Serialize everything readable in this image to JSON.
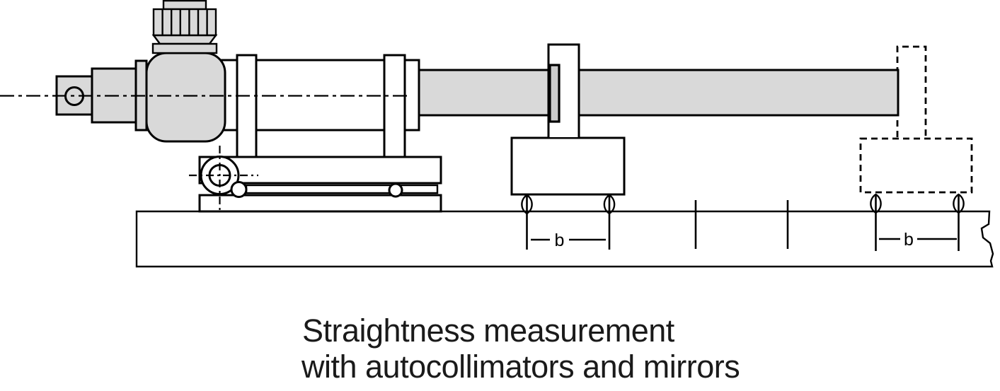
{
  "colors": {
    "part_fill": "#d9d9d9",
    "mirror_fill": "#cccccc",
    "outline": "#000000",
    "caption_color": "#1a1a1a",
    "background": "#ffffff"
  },
  "caption": {
    "line1": "Straightness measurement",
    "line2": "with autocollimators and mirrors"
  },
  "annotations": {
    "left_base_distance": "b",
    "right_base_distance": "b"
  }
}
